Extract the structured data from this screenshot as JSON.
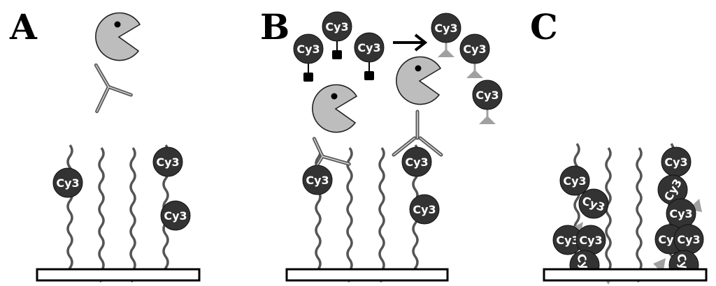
{
  "panels": [
    {
      "letter": "A"
    },
    {
      "letter": "B"
    },
    {
      "letter": "C"
    }
  ],
  "dye_label": "Cy3",
  "colors": {
    "dye": "#333333",
    "pacman": "#bdbdbd",
    "antibody": "#555555",
    "strand": "#555555",
    "triangle": "#a0a0a0"
  },
  "icons": [
    "pacman-enzyme-icon",
    "antibody-icon",
    "cy3-dye-icon",
    "arrow-right-icon",
    "dna-strand-icon",
    "substrate-bar-icon"
  ]
}
